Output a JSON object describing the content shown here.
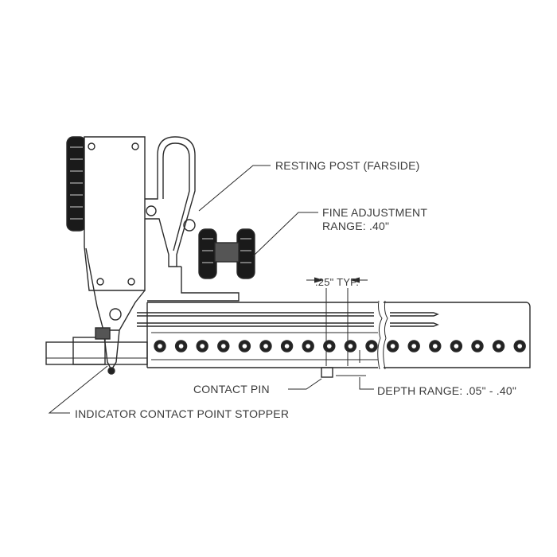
{
  "labels": {
    "resting_post": "RESTING POST (FARSIDE)",
    "fine_adjustment_line1": "FINE ADJUSTMENT",
    "fine_adjustment_line2": "RANGE: .40\"",
    "spacing": ".25\" TYP.",
    "contact_pin": "CONTACT PIN",
    "depth_range": "DEPTH RANGE: .05\" - .40\"",
    "stopper": "INDICATOR CONTACT POINT STOPPER"
  },
  "colors": {
    "line": "#2a2a2a",
    "text": "#3a3a3a"
  }
}
